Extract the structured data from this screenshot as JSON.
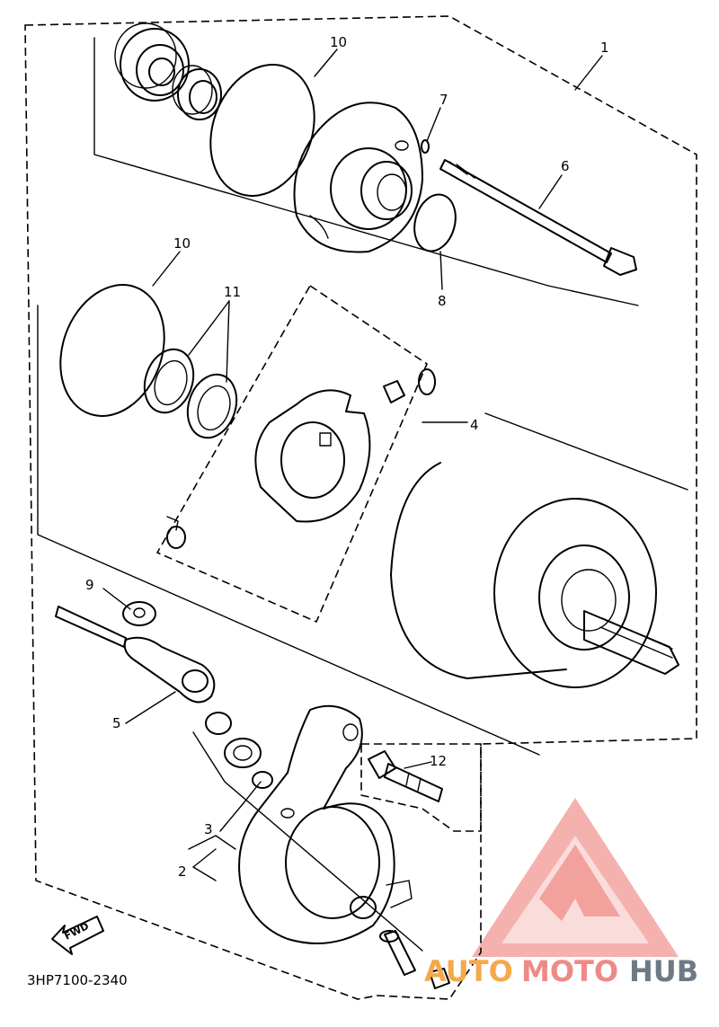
{
  "diagram": {
    "drawing_code": "3HP7100-2340",
    "forward_label": "FWD",
    "callouts": [
      {
        "id": "label-1",
        "text": "1"
      },
      {
        "id": "label-2",
        "text": "2"
      },
      {
        "id": "label-3",
        "text": "3"
      },
      {
        "id": "label-4",
        "text": "4"
      },
      {
        "id": "label-5",
        "text": "5"
      },
      {
        "id": "label-6",
        "text": "6"
      },
      {
        "id": "label-7",
        "text": "7"
      },
      {
        "id": "label-8",
        "text": "8"
      },
      {
        "id": "label-9",
        "text": "9"
      },
      {
        "id": "label-10a",
        "text": "10"
      },
      {
        "id": "label-10b",
        "text": "10"
      },
      {
        "id": "label-11",
        "text": "11"
      },
      {
        "id": "label-12",
        "text": "12"
      }
    ]
  },
  "watermark": {
    "part1": "AUTO",
    "part2": "MOTO",
    "part3": "HUB",
    "colors": {
      "auto": "#f4a94b",
      "moto": "#ee8a86",
      "hub": "#6d7a85",
      "triangle": "#ee7f7b"
    }
  }
}
